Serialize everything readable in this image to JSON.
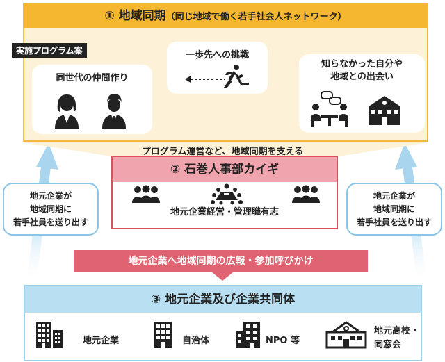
{
  "top": {
    "title": "① 地域同期",
    "subtitle": "（同じ地域で働く若手社会人ネットワーク）",
    "program_label": "実施プログラム案",
    "cards": [
      {
        "title": "同世代の仲間作り"
      },
      {
        "title": "一歩先への挑戦"
      },
      {
        "title_line1": "知らなかった自分や",
        "title_line2": "地域との出会い"
      }
    ]
  },
  "support_text": "プログラム運営など、地域同期を支える",
  "middle": {
    "title": "② 石巻人事部カイギ",
    "caption": "地元企業経営・管理職有志"
  },
  "side": {
    "line1": "地元企業が",
    "line2": "地域同期に",
    "line3": "若手社員を送り出す"
  },
  "callout": "地元企業へ地域同期の広報・参加呼びかけ",
  "bottom": {
    "title": "③ 地元企業及び企業共同体",
    "entities": [
      {
        "label": "地元企業",
        "icon": "office-building-icon"
      },
      {
        "label": "自治体",
        "icon": "city-hall-icon"
      },
      {
        "label": "NPO 等",
        "icon": "small-building-icon"
      },
      {
        "label_line1": "地元高校・",
        "label_line2": "同窓会",
        "icon": "school-icon"
      }
    ]
  },
  "colors": {
    "orange": "#f6b730",
    "pink": "#f0a4ae",
    "red": "#e06372",
    "lightblue": "#b8dff2",
    "arrow_blue": "#a9d6ee"
  }
}
